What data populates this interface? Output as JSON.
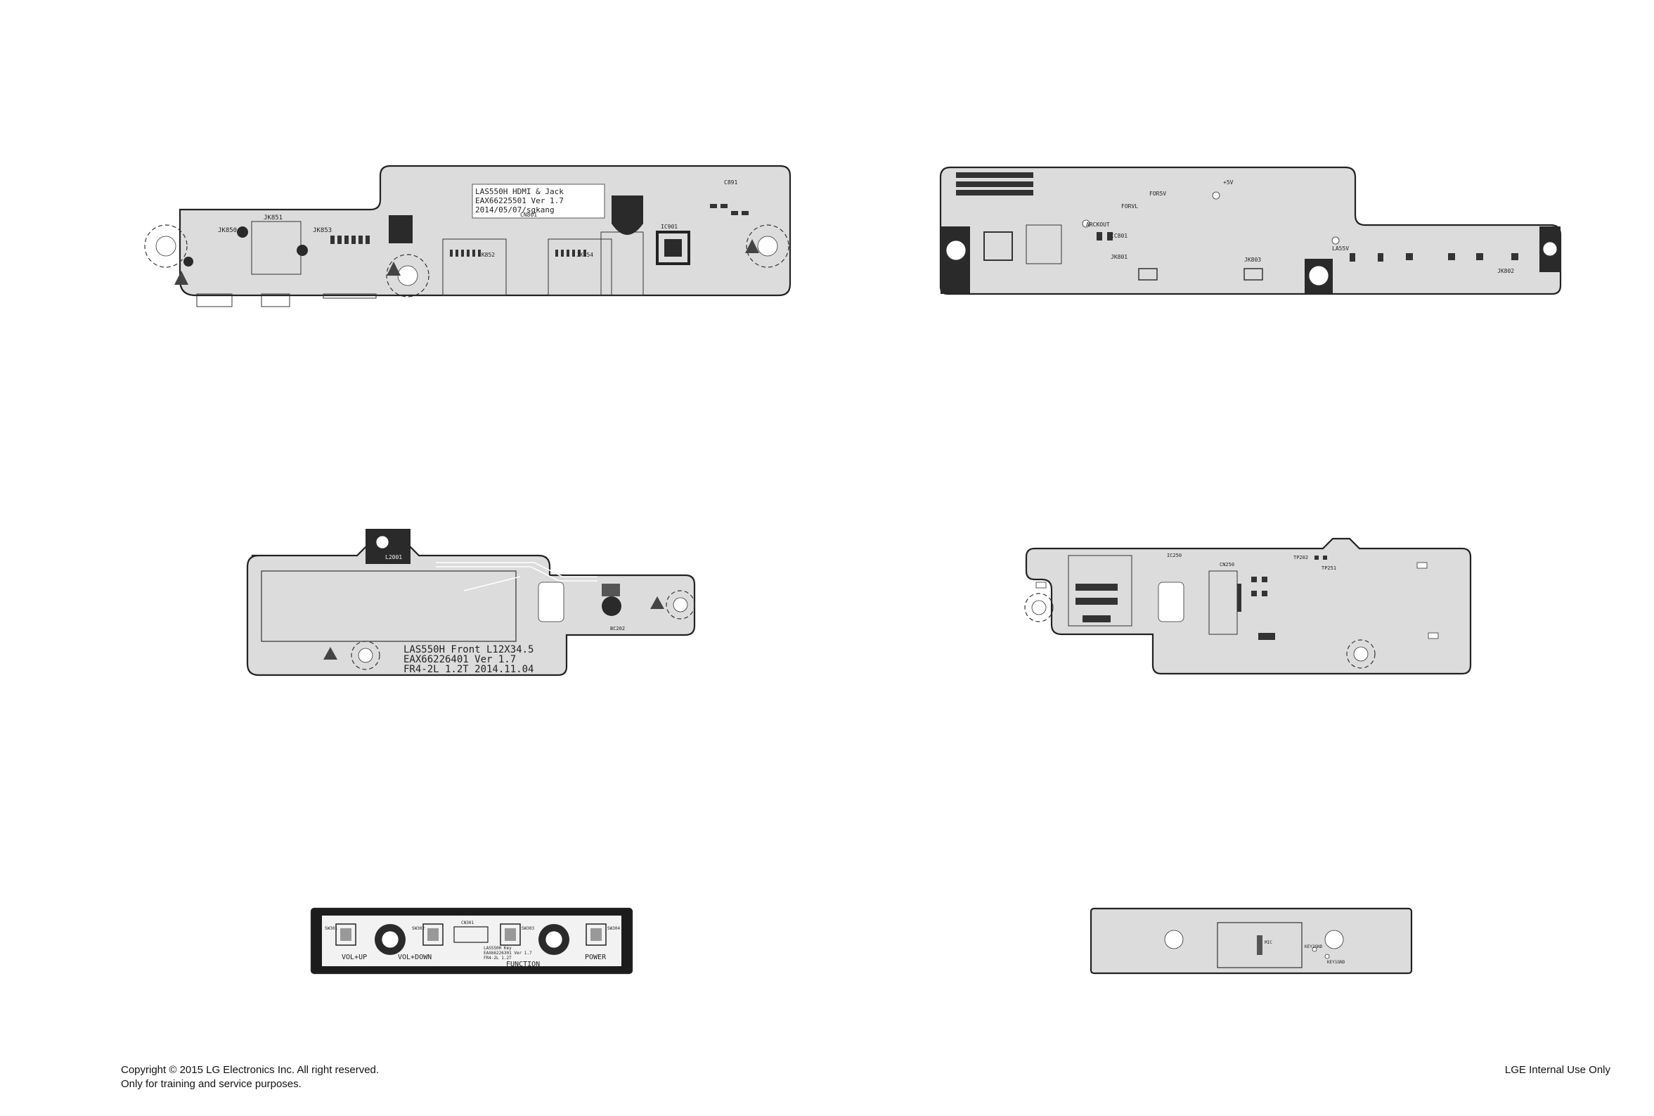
{
  "boards": {
    "main_top_label": [
      "LAS550H HDMI & Jack",
      "EAX66225501 Ver 1.7",
      "2014/05/07/sgkang"
    ],
    "main_top_refs": [
      "JK851",
      "JK853",
      "JK850",
      "JK852",
      "JK854",
      "IC901",
      "CN801",
      "C891"
    ],
    "main_bottom_refs": [
      "JK801",
      "JK803",
      "JK802",
      "IC801",
      "ARCKOUT",
      "FORVL",
      "FOR5V",
      "+5V",
      "LA55V"
    ],
    "front_top_label": [
      "LAS550H Front L12X34.5",
      "EAX66226401 Ver 1.7",
      "FR4-2L 1.2T 2014.11.04"
    ],
    "front_top_refs": [
      "L2001",
      "BC202"
    ],
    "front_bottom_refs": [
      "CN250",
      "TP251",
      "TP202",
      "IC250"
    ],
    "key_top_label": [
      "LAS550H Key",
      "EAX66226301 Ver 1.7",
      "FR4-2L 1.2T"
    ],
    "key_top_buttons": [
      "VOL+UP",
      "VOL+DOWN",
      "FUNCTION",
      "POWER"
    ],
    "key_top_refs": [
      "SW301",
      "SW302",
      "CN301",
      "SW303",
      "SW304"
    ],
    "key_bottom_refs": [
      "KEY2GND",
      "KEY1GND",
      "MIC"
    ]
  },
  "footer": {
    "copyright": "Copyright © 2015 LG Electronics Inc. All right reserved.",
    "purpose": "Only for training and service purposes.",
    "internal": "LGE Internal Use Only"
  }
}
